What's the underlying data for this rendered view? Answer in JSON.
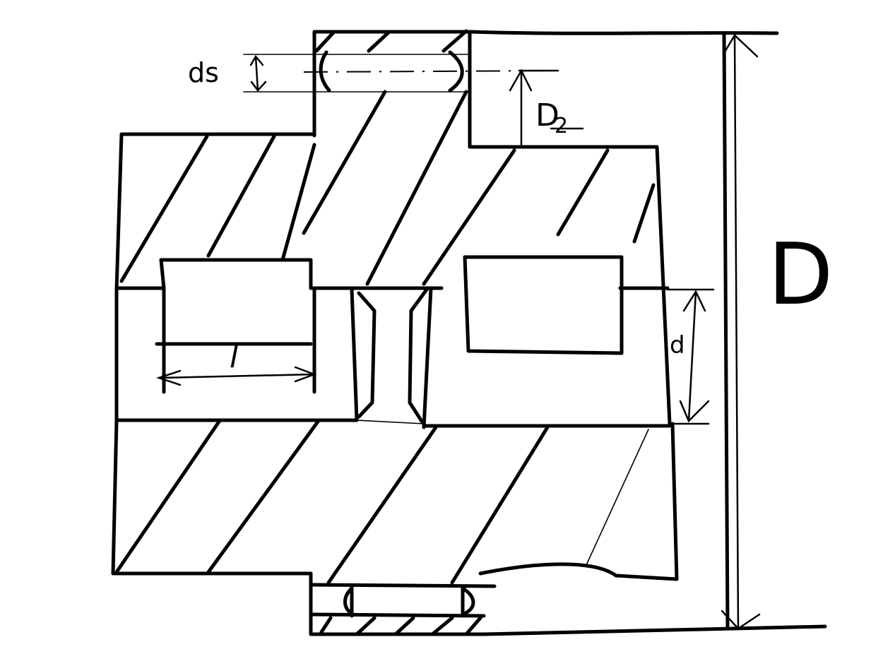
{
  "labels": {
    "ds": "ds",
    "D2": "D",
    "D2_sub": "2",
    "D": "D",
    "d": "d",
    "l": "l"
  },
  "colors": {
    "ink": "#000000",
    "paper": "#ffffff"
  }
}
